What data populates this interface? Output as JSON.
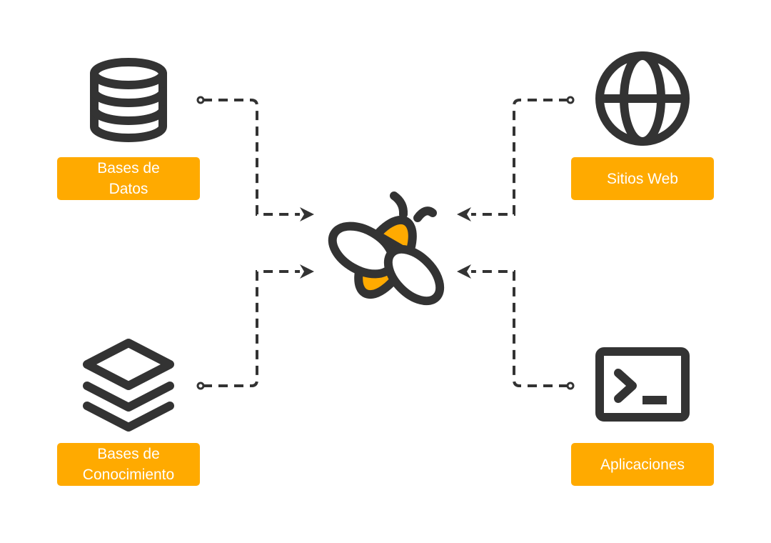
{
  "colors": {
    "accent": "#FFAA00",
    "ink": "#333333",
    "background": "#FFFFFF"
  },
  "nodes": {
    "databases": {
      "label": "Bases de\nDatos",
      "icon": "database-icon"
    },
    "websites": {
      "label": "Sitios Web",
      "icon": "globe-icon"
    },
    "knowledge_bases": {
      "label": "Bases de\nConocimiento",
      "icon": "layers-icon"
    },
    "applications": {
      "label": "Aplicaciones",
      "icon": "terminal-icon"
    }
  },
  "center": {
    "icon": "bee-icon"
  }
}
